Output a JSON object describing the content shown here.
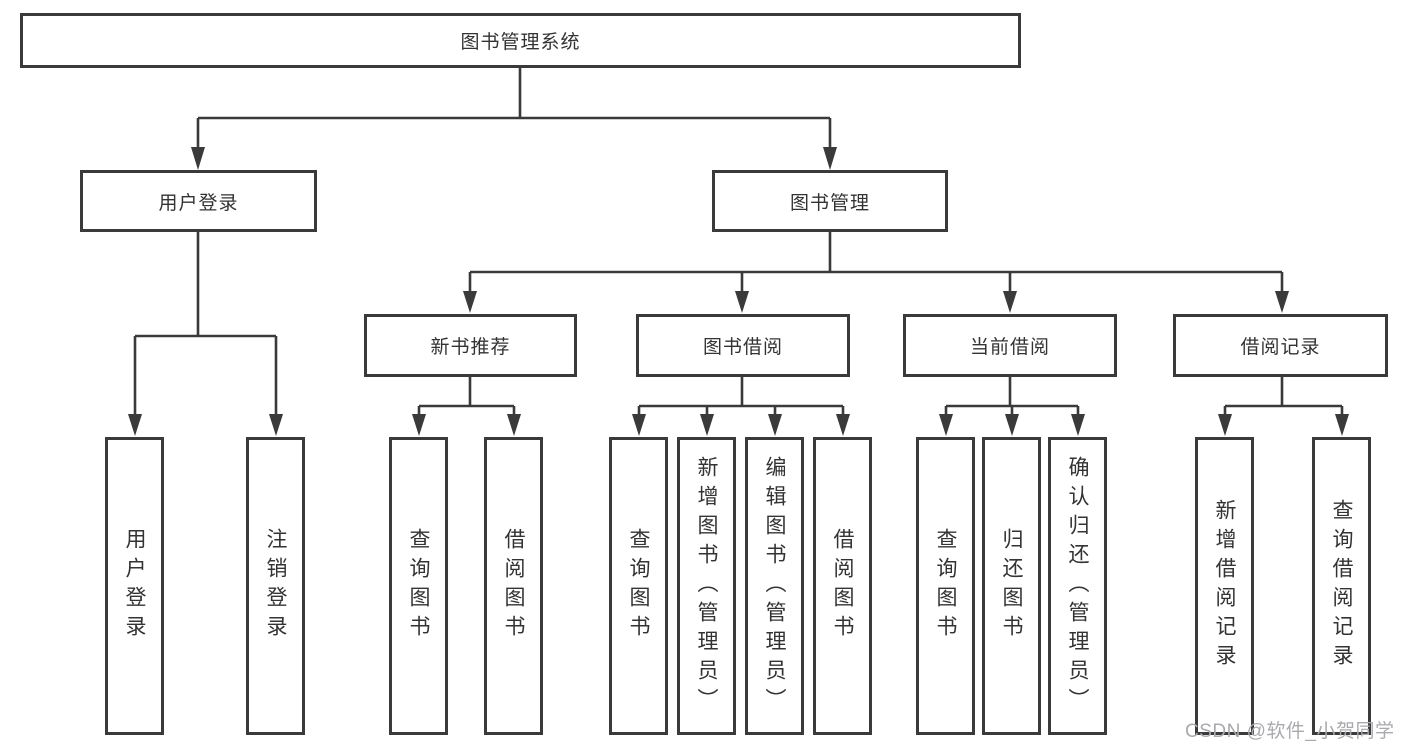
{
  "root": {
    "label": "图书管理系统"
  },
  "level2": {
    "user_login": {
      "label": "用户登录",
      "children": [
        "用户登录",
        "注销登录"
      ]
    },
    "book_management": {
      "label": "图书管理"
    }
  },
  "level3": {
    "new_book": {
      "label": "新书推荐",
      "children": [
        "查询图书",
        "借阅图书"
      ]
    },
    "book_borrow": {
      "label": "图书借阅",
      "children": [
        "查询图书",
        "新增图书（管理员）",
        "编辑图书（管理员）",
        "借阅图书"
      ]
    },
    "current_borrow": {
      "label": "当前借阅",
      "children": [
        "查询图书",
        "归还图书",
        "确认归还（管理员）"
      ]
    },
    "borrow_record": {
      "label": "借阅记录",
      "children": [
        "新增借阅记录",
        "查询借阅记录"
      ]
    }
  },
  "watermark": {
    "text": "CSDN @软件_小贺同学"
  },
  "colors": {
    "line": "#3a3a3a",
    "text": "#333333",
    "background": "#ffffff",
    "watermark": "#a9aaae"
  }
}
